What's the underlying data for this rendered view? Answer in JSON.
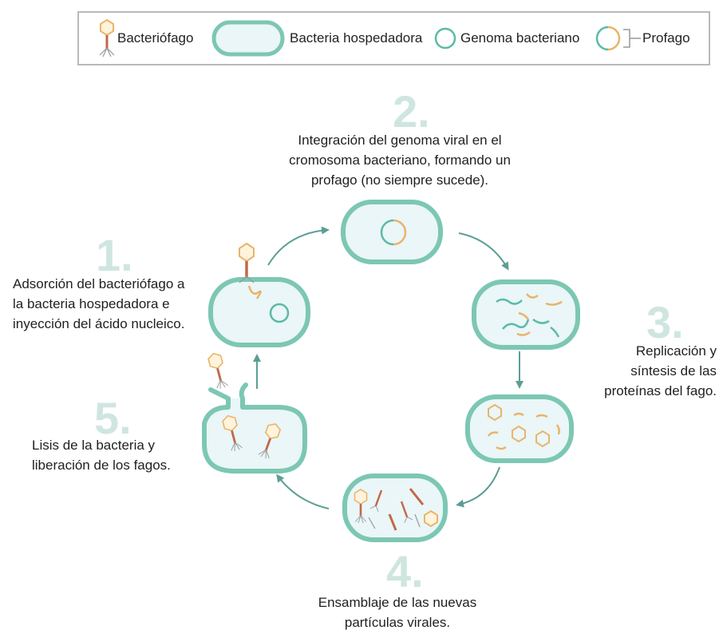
{
  "legend": {
    "bacteriophage": "Bacteriófago",
    "host_bacterium": "Bacteria hospedadora",
    "bacterial_genome": "Genoma bacteriano",
    "prophage": "Profago"
  },
  "steps": [
    {
      "number": "1.",
      "lines": [
        "Adsorción del bacteriófago a",
        "la bacteria hospedadora e",
        "inyección del ácido nucleico."
      ]
    },
    {
      "number": "2.",
      "lines": [
        "Integración del genoma viral en el",
        "cromosoma bacteriano, formando un",
        "profago (no siempre sucede)."
      ]
    },
    {
      "number": "3.",
      "lines": [
        "Replicación y",
        "síntesis de las",
        "proteínas del fago."
      ]
    },
    {
      "number": "4.",
      "lines": [
        "Ensamblaje de las nuevas",
        "partículas virales."
      ]
    },
    {
      "number": "5.",
      "lines": [
        "Lisis de la bacteria y",
        "liberación de los fagos."
      ]
    }
  ],
  "colors": {
    "cell_border": "#7cc7b3",
    "cell_fill": "#eaf6f7",
    "genome": "#5bbaa6",
    "phage": "#e9b46a",
    "phage_tail": "#c0684a",
    "arrow": "#5c9e94",
    "step_number": "#cfe6e0"
  }
}
